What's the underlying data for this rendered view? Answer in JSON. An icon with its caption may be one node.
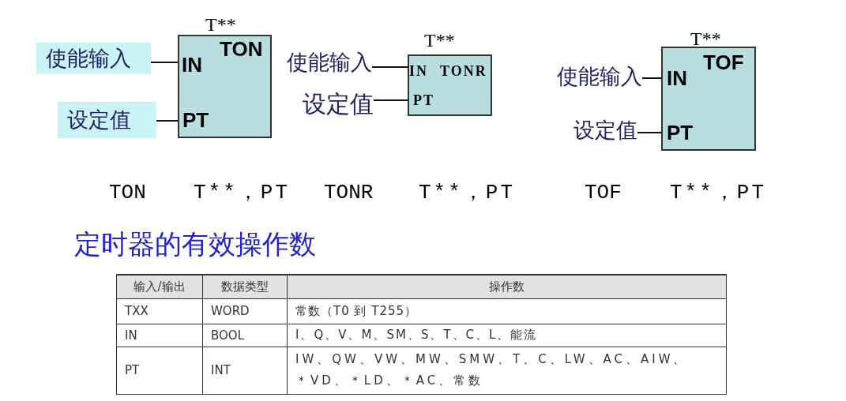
{
  "diagram": {
    "nodes": [
      {
        "text": [
          "使能输入"
        ]
      },
      {
        "text": [
          "设定值"
        ]
      },
      {
        "text": [
          "TON",
          "IN",
          "PT"
        ],
        "beside": [
          "T**"
        ]
      },
      {
        "text": [
          "使能输入"
        ]
      },
      {
        "text": [
          "设定值"
        ]
      },
      {
        "text": [
          "IN",
          "TONR",
          "PT"
        ],
        "beside": [
          "T**"
        ]
      },
      {
        "text": [
          "使能输入"
        ]
      },
      {
        "text": [
          "设定值"
        ]
      },
      {
        "text": [
          "TOF",
          "IN",
          "PT"
        ],
        "beside": [
          "T**"
        ]
      }
    ],
    "edges": [
      {
        "from": 0,
        "to": 2,
        "arrow": "none"
      },
      {
        "from": 1,
        "to": 2,
        "arrow": "none"
      },
      {
        "from": 3,
        "to": 5,
        "arrow": "none"
      },
      {
        "from": 4,
        "to": 5,
        "arrow": "none"
      },
      {
        "from": 6,
        "to": 8,
        "arrow": "none"
      },
      {
        "from": 7,
        "to": 8,
        "arrow": "none"
      }
    ],
    "labels": [
      "TON",
      "T**，PT",
      "TONR",
      "T**，PT",
      "TOF",
      "T**，PT",
      "定时器的有效操作数",
      "输入/输出",
      "数据类型",
      "操作数",
      "TXX",
      "WORD",
      "常数（T0 到 T255）",
      "IN",
      "BOOL",
      "I、Q、V、M、SM、S、T、C、L、能流",
      "PT",
      "INT",
      "IW、QW、VW、MW、SMW、T、C、LW、AC、AIW、＊VD、＊LD、＊AC、常数"
    ]
  }
}
